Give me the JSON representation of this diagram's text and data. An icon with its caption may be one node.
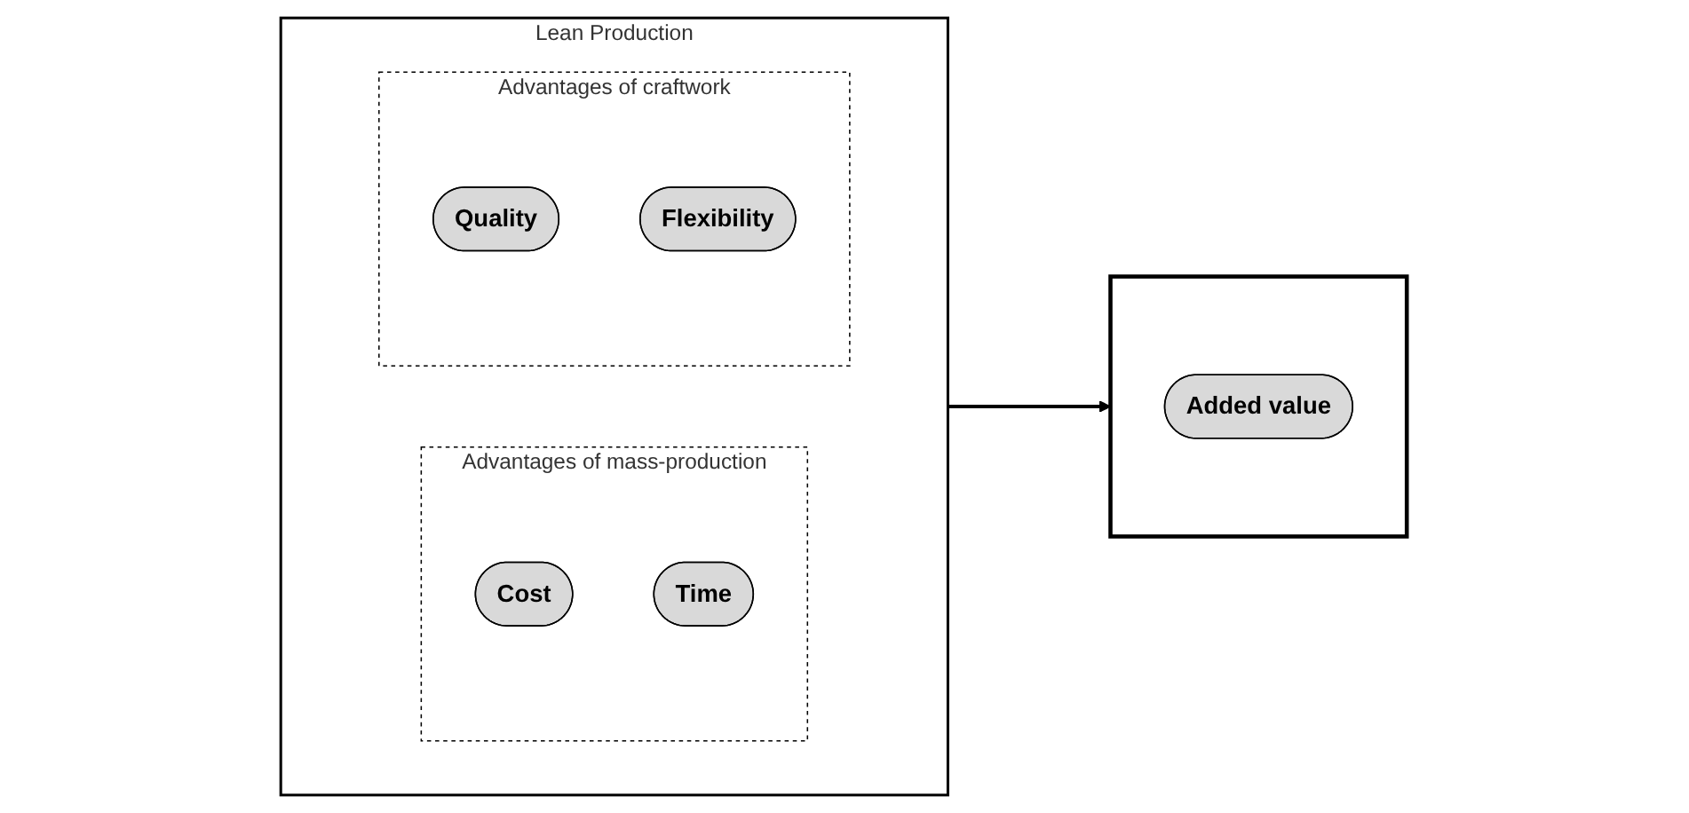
{
  "diagram": {
    "nodes": [
      {
        "text": [
          "Lean Production"
        ]
      },
      {
        "text": [
          "Advantages of craftwork"
        ],
        "in": 0
      },
      {
        "text": [
          "Quality"
        ],
        "in": 1
      },
      {
        "text": [
          "Flexibility"
        ],
        "in": 1
      },
      {
        "text": [
          "Advantages of mass-production"
        ],
        "in": 0
      },
      {
        "text": [
          "Cost"
        ],
        "in": 4
      },
      {
        "text": [
          "Time"
        ],
        "in": 4
      },
      {
        "text": [],
        "shape": "box"
      },
      {
        "text": [
          "Added value"
        ],
        "in": 7
      }
    ],
    "edges": [
      {
        "from": 0,
        "to": 7,
        "arrow": "to"
      }
    ]
  }
}
